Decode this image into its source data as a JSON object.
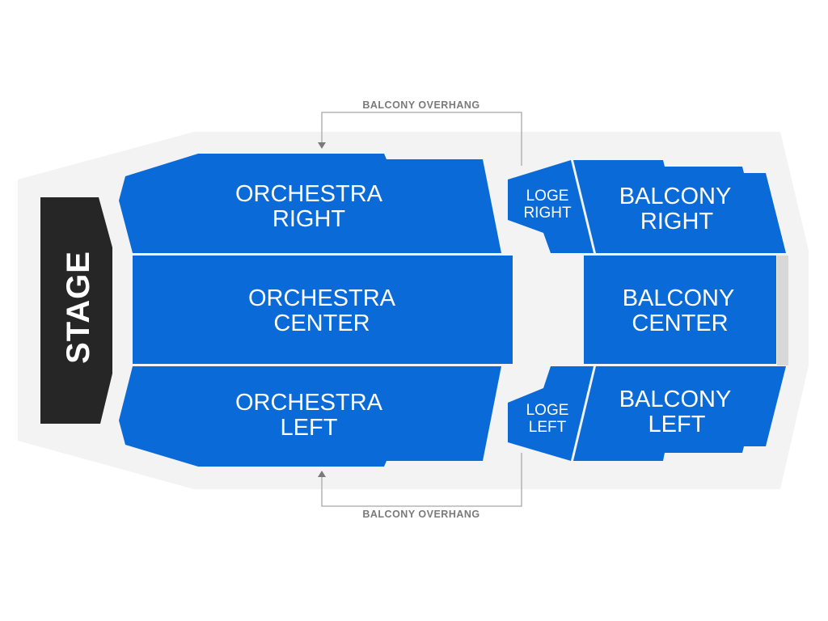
{
  "colors": {
    "section": "#0a6ad8",
    "venue_floor": "#f3f3f3",
    "stage": "#262626",
    "side_wall": "#d8d8d8",
    "guide_text": "#7a7a7a"
  },
  "stage": {
    "label": "STAGE"
  },
  "overhang": {
    "top_label": "BALCONY OVERHANG",
    "bottom_label": "BALCONY OVERHANG"
  },
  "sections": {
    "orchestra_right": {
      "line1": "ORCHESTRA",
      "line2": "RIGHT"
    },
    "orchestra_center": {
      "line1": "ORCHESTRA",
      "line2": "CENTER"
    },
    "orchestra_left": {
      "line1": "ORCHESTRA",
      "line2": "LEFT"
    },
    "loge_right": {
      "line1": "LOGE",
      "line2": "RIGHT"
    },
    "loge_left": {
      "line1": "LOGE",
      "line2": "LEFT"
    },
    "balcony_right": {
      "line1": "BALCONY",
      "line2": "RIGHT"
    },
    "balcony_center": {
      "line1": "BALCONY",
      "line2": "CENTER"
    },
    "balcony_left": {
      "line1": "BALCONY",
      "line2": "LEFT"
    }
  }
}
